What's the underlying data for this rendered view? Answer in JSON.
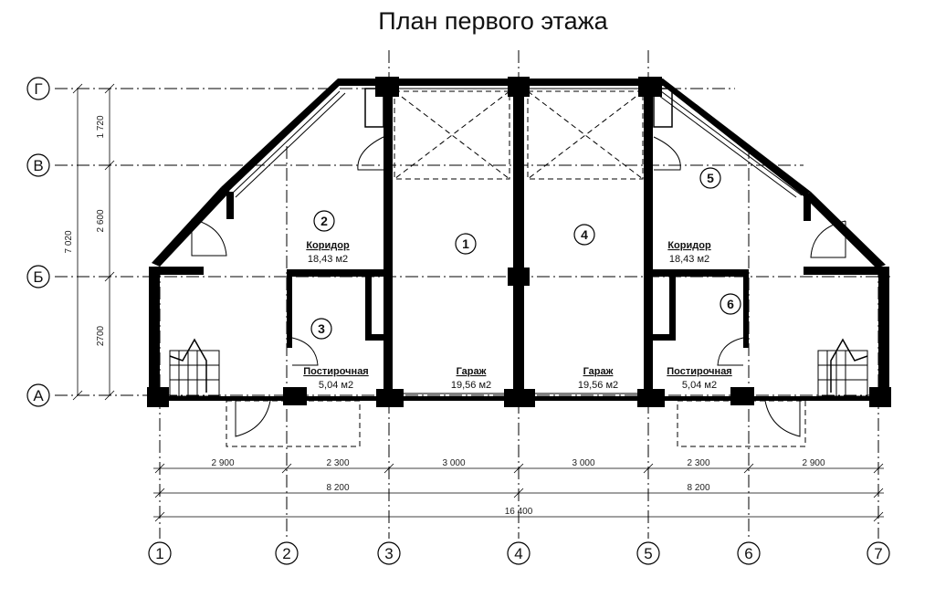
{
  "title": "План первого этажа",
  "axes_rows": [
    "Г",
    "В",
    "Б",
    "А"
  ],
  "axes_cols": [
    "1",
    "2",
    "3",
    "4",
    "5",
    "6",
    "7"
  ],
  "dims_vertical": {
    "g_v": "1 720",
    "v_b": "2 600",
    "b_a": "2700",
    "total": "7 020"
  },
  "dims_horizontal": {
    "row1": [
      "2 900",
      "2 300",
      "3 000",
      "3 000",
      "2 300",
      "2 900"
    ],
    "row2": [
      "8 200",
      "8 200"
    ],
    "row3": "16 400"
  },
  "rooms": [
    {
      "number": "1"
    },
    {
      "number": "2",
      "name": "Коридор",
      "area": "18,43 м2"
    },
    {
      "number": "3",
      "name": "Постирочная",
      "area": "5,04 м2"
    },
    {
      "number": "4"
    },
    {
      "number": "5",
      "name": "Коридор",
      "area": "18,43 м2"
    },
    {
      "number": "6",
      "name": "Постирочная",
      "area": "5,04 м2"
    }
  ],
  "garages": [
    {
      "name": "Гараж",
      "area": "19,56 м2"
    },
    {
      "name": "Гараж",
      "area": "19,56 м2"
    }
  ]
}
